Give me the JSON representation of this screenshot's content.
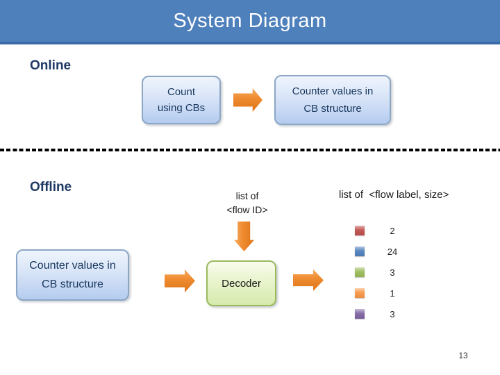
{
  "slide": {
    "title": "System Diagram",
    "page_number": "13"
  },
  "labels": {
    "online": "Online",
    "offline": "Offline"
  },
  "online_flow": {
    "step1": "Count using CBs",
    "step2": "Counter values in CB structure"
  },
  "offline_flow": {
    "input_box": "Counter values in CB structure",
    "decoder": "Decoder",
    "decoder_input": {
      "line1": "list of",
      "line2": "<flow ID>"
    },
    "decoder_output_label": "list of  <flow label, size>"
  },
  "flow_size_list": {
    "items": [
      {
        "color": "#C0504D",
        "value": "2"
      },
      {
        "color": "#4F81BD",
        "value": "24"
      },
      {
        "color": "#9BBB59",
        "value": "3"
      },
      {
        "color": "#F79646",
        "value": "1"
      },
      {
        "color": "#8064A2",
        "value": "3"
      }
    ]
  },
  "colors": {
    "header_bar": "#4E80BC",
    "header_border": "#3C6CA5",
    "section_label": "#1F3864",
    "box_text": "#17365D",
    "arrow_orange": "#EE8A2F",
    "divider": "#000000"
  }
}
